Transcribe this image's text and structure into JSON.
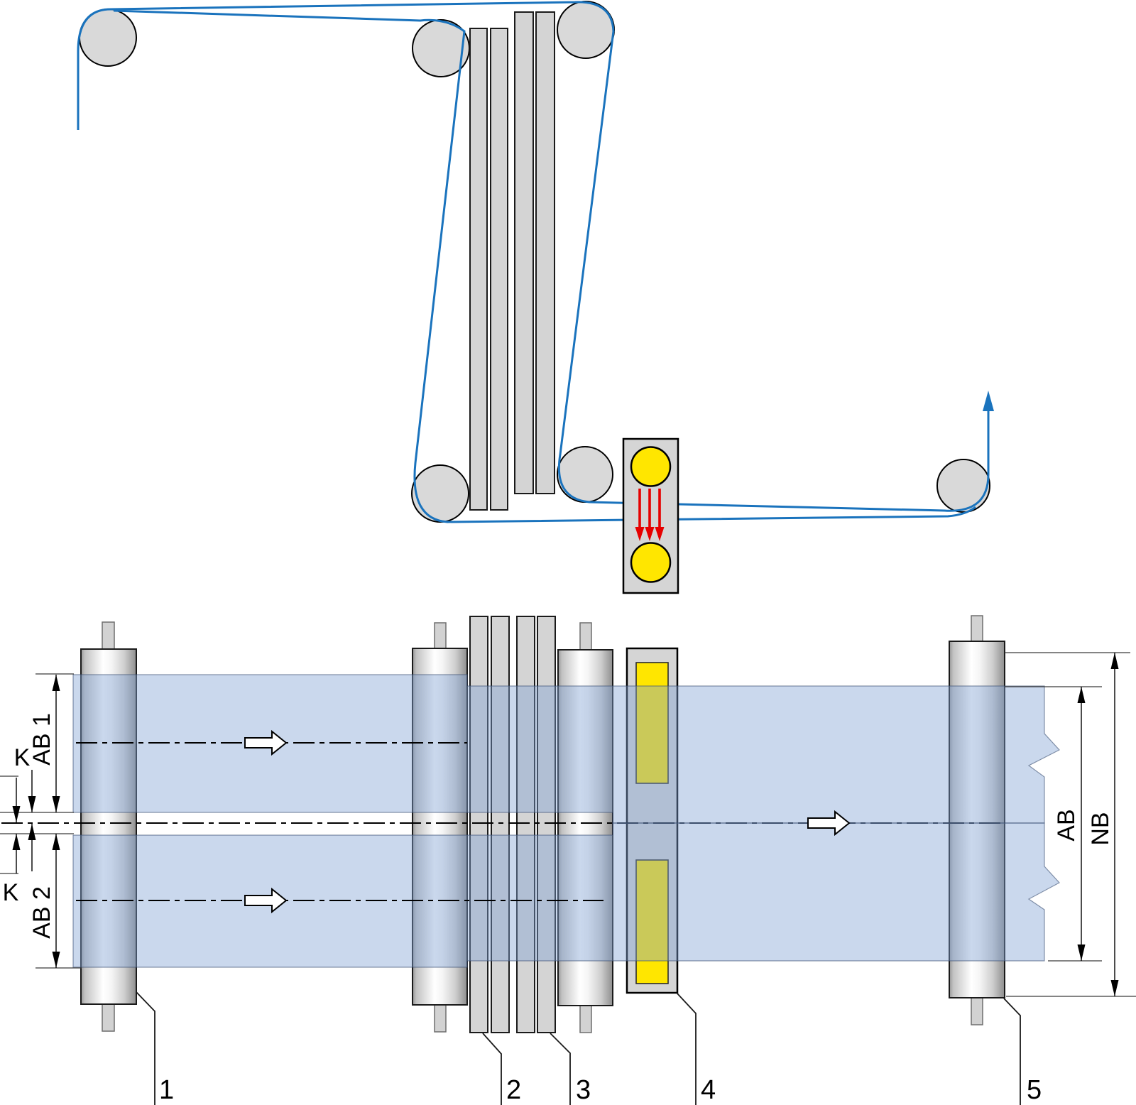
{
  "diagram": {
    "labels": {
      "ab1": "AB 1",
      "ab2": "AB 2",
      "k_upper": "K",
      "k_lower": "K",
      "ab": "AB",
      "nb": "NB"
    },
    "parts": [
      "1",
      "2",
      "3",
      "4",
      "5"
    ],
    "colors": {
      "web_path_blue": "#1a73bd",
      "web_band_blue": "#cdddf2",
      "roller_gray": "#d9d9d9",
      "bar_gray": "#d4d4d4",
      "station_gray": "#d5d5d5",
      "heater_yellow": "#ffe600",
      "heat_arrow_red": "#e60000",
      "annotation_black": "#000000"
    }
  }
}
